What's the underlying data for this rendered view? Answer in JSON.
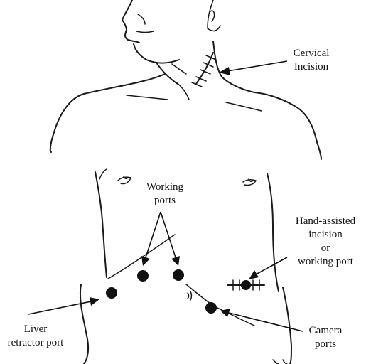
{
  "labels": {
    "cervical": [
      "Cervical",
      "Incision"
    ],
    "working": [
      "Working",
      "ports"
    ],
    "hand": [
      "Hand-assisted",
      "incision",
      "or",
      "working port"
    ],
    "liver": [
      "Liver",
      "retractor port"
    ],
    "camera": [
      "Camera",
      "ports"
    ]
  }
}
